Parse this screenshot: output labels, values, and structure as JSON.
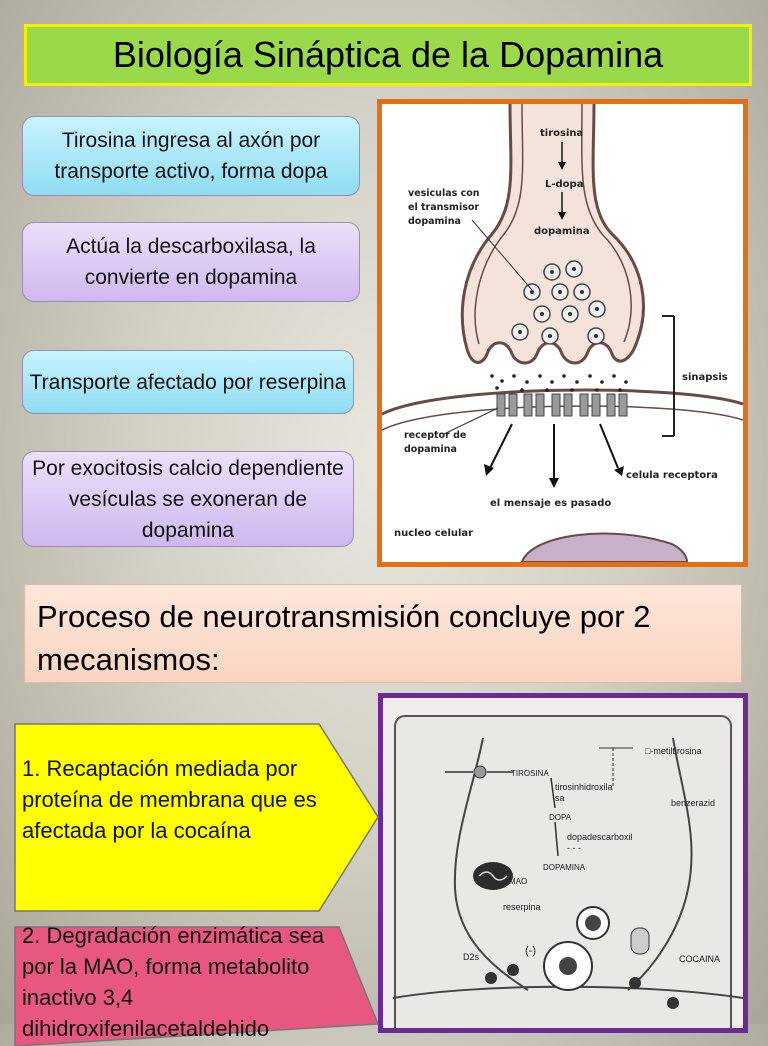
{
  "title": "Biología Sináptica de la Dopamina",
  "steps": [
    "Tirosina ingresa al axón por transporte activo, forma dopa",
    "Actúa  la descarboxilasa, la convierte en dopamina",
    "Transporte afectado por reserpina",
    "Por exocitosis calcio dependiente vesículas se exoneran de dopamina"
  ],
  "figure1": {
    "labels": {
      "tirosina": "tirosina",
      "ldopa": "L-dopa",
      "dopamina": "dopamina",
      "vesiculas_1": "vesiculas con",
      "vesiculas_2": "el transmisor",
      "vesiculas_3": "dopamina",
      "sinapsis": "sinapsis",
      "receptor_1": "receptor de",
      "receptor_2": "dopamina",
      "celula": "celula receptora",
      "mensaje": "el mensaje es pasado",
      "nucleo": "nucleo celular"
    }
  },
  "process": "Proceso de neurotransmisión concluye por 2 mecanismos:",
  "mechanisms": [
    "1. Recaptación mediada por proteína de membrana que es afectada por la cocaína",
    "2. Degradación enzimática sea por la MAO, forma metabolito inactivo 3,4 dihidroxifenilacetaldehido"
  ],
  "figure2": {
    "labels": {
      "metil": "□-metiltirosina",
      "tirosina": "TIROSINA",
      "tiro1": "tirosinhidroxila",
      "tiro2": "sa",
      "benz": "benzerazid",
      "dopa": "DOPA",
      "dopad": "dopadescarboxil",
      "dopad2": "- - -",
      "dopamina": "DOPAMINA",
      "mao": "MAO",
      "reserpina": "reserpina",
      "neg": "(-)",
      "d2s": "D2s",
      "cocaina": "COCAINA"
    }
  },
  "colors": {
    "title_bg": "#99d94a",
    "title_border": "#f2f200",
    "fig1_border": "#e56f13",
    "fig2_border": "#6c2a99",
    "arrow1_fill": "#ffff00",
    "arrow2_fill": "#e8577f"
  }
}
